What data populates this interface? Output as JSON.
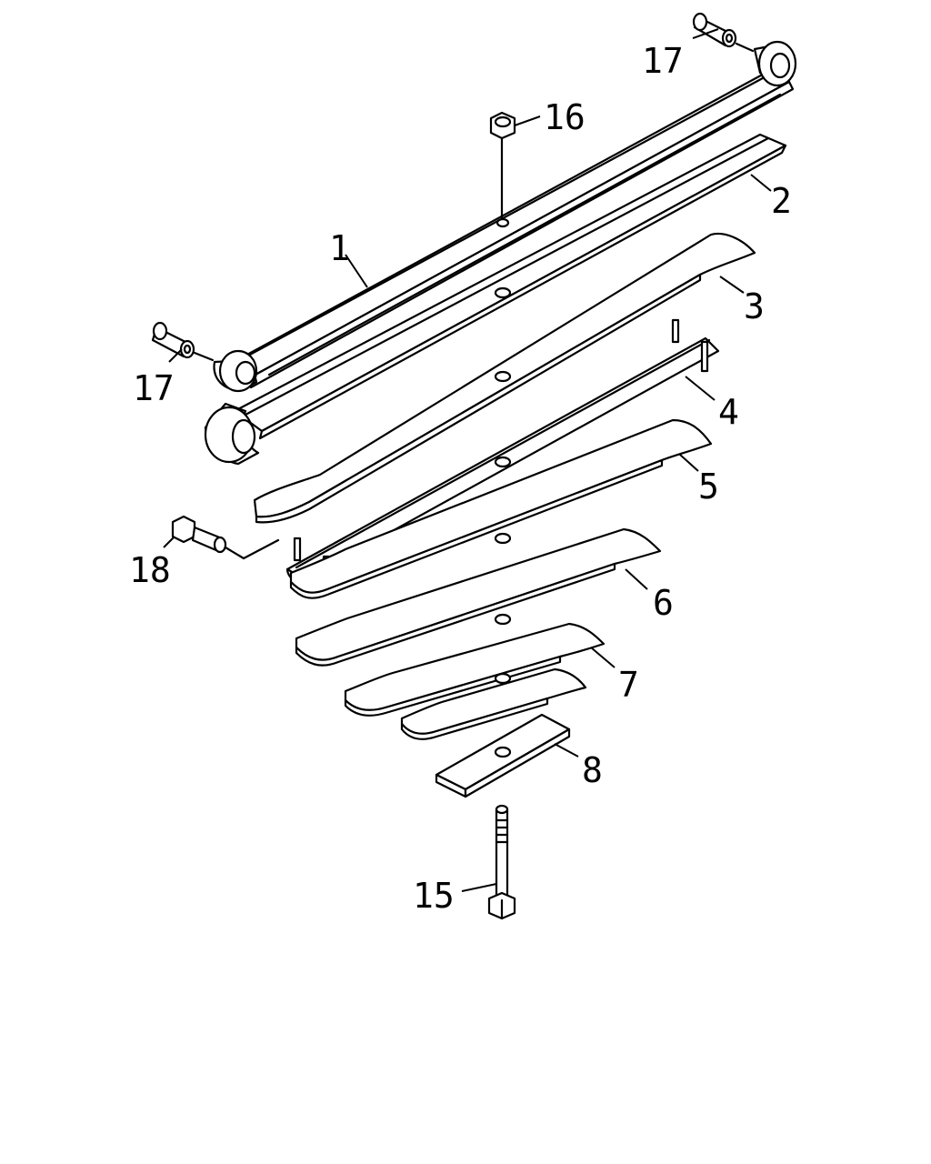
{
  "diagram": {
    "parts": [
      {
        "id": "p1",
        "number": "1"
      },
      {
        "id": "p2",
        "number": "2"
      },
      {
        "id": "p3",
        "number": "3"
      },
      {
        "id": "p4",
        "number": "4"
      },
      {
        "id": "p5",
        "number": "5"
      },
      {
        "id": "p6",
        "number": "6"
      },
      {
        "id": "p7",
        "number": "7"
      },
      {
        "id": "p8",
        "number": "8"
      },
      {
        "id": "p15",
        "number": "15"
      },
      {
        "id": "p16",
        "number": "16"
      },
      {
        "id": "p17a",
        "number": "17"
      },
      {
        "id": "p17b",
        "number": "17"
      },
      {
        "id": "p18",
        "number": "18"
      }
    ]
  }
}
